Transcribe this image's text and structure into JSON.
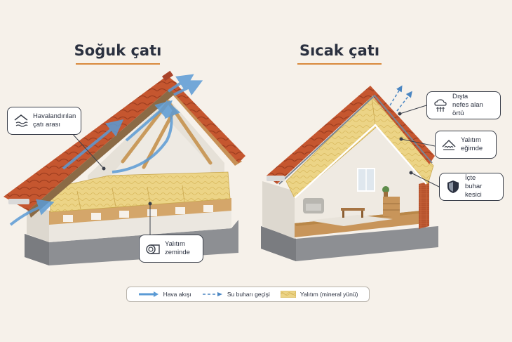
{
  "titles": {
    "cold": "Soğuk çatı",
    "warm": "Sıcak çatı"
  },
  "callouts": {
    "ventilated": "Havalandırılan\nçatı arası",
    "floor": "Yalıtım\nzeminde",
    "breathable": "Dışta\nnefes alan örtü",
    "slope": "Yalıtım\neğimde",
    "vapor": "İçte\nbuhar kesici"
  },
  "legend": {
    "airflow": "Hava akışı",
    "vapor": "Su buharı geçişi",
    "insulation": "Yalıtım (mineral yünü)"
  },
  "colors": {
    "tile": "#c5562f",
    "insulation": "#e9cf7e",
    "wood": "#d4a66a",
    "wall": "#ebe7e0",
    "concrete": "#8d8f93",
    "air": "#5b9bd5",
    "accent": "#d9893b"
  }
}
